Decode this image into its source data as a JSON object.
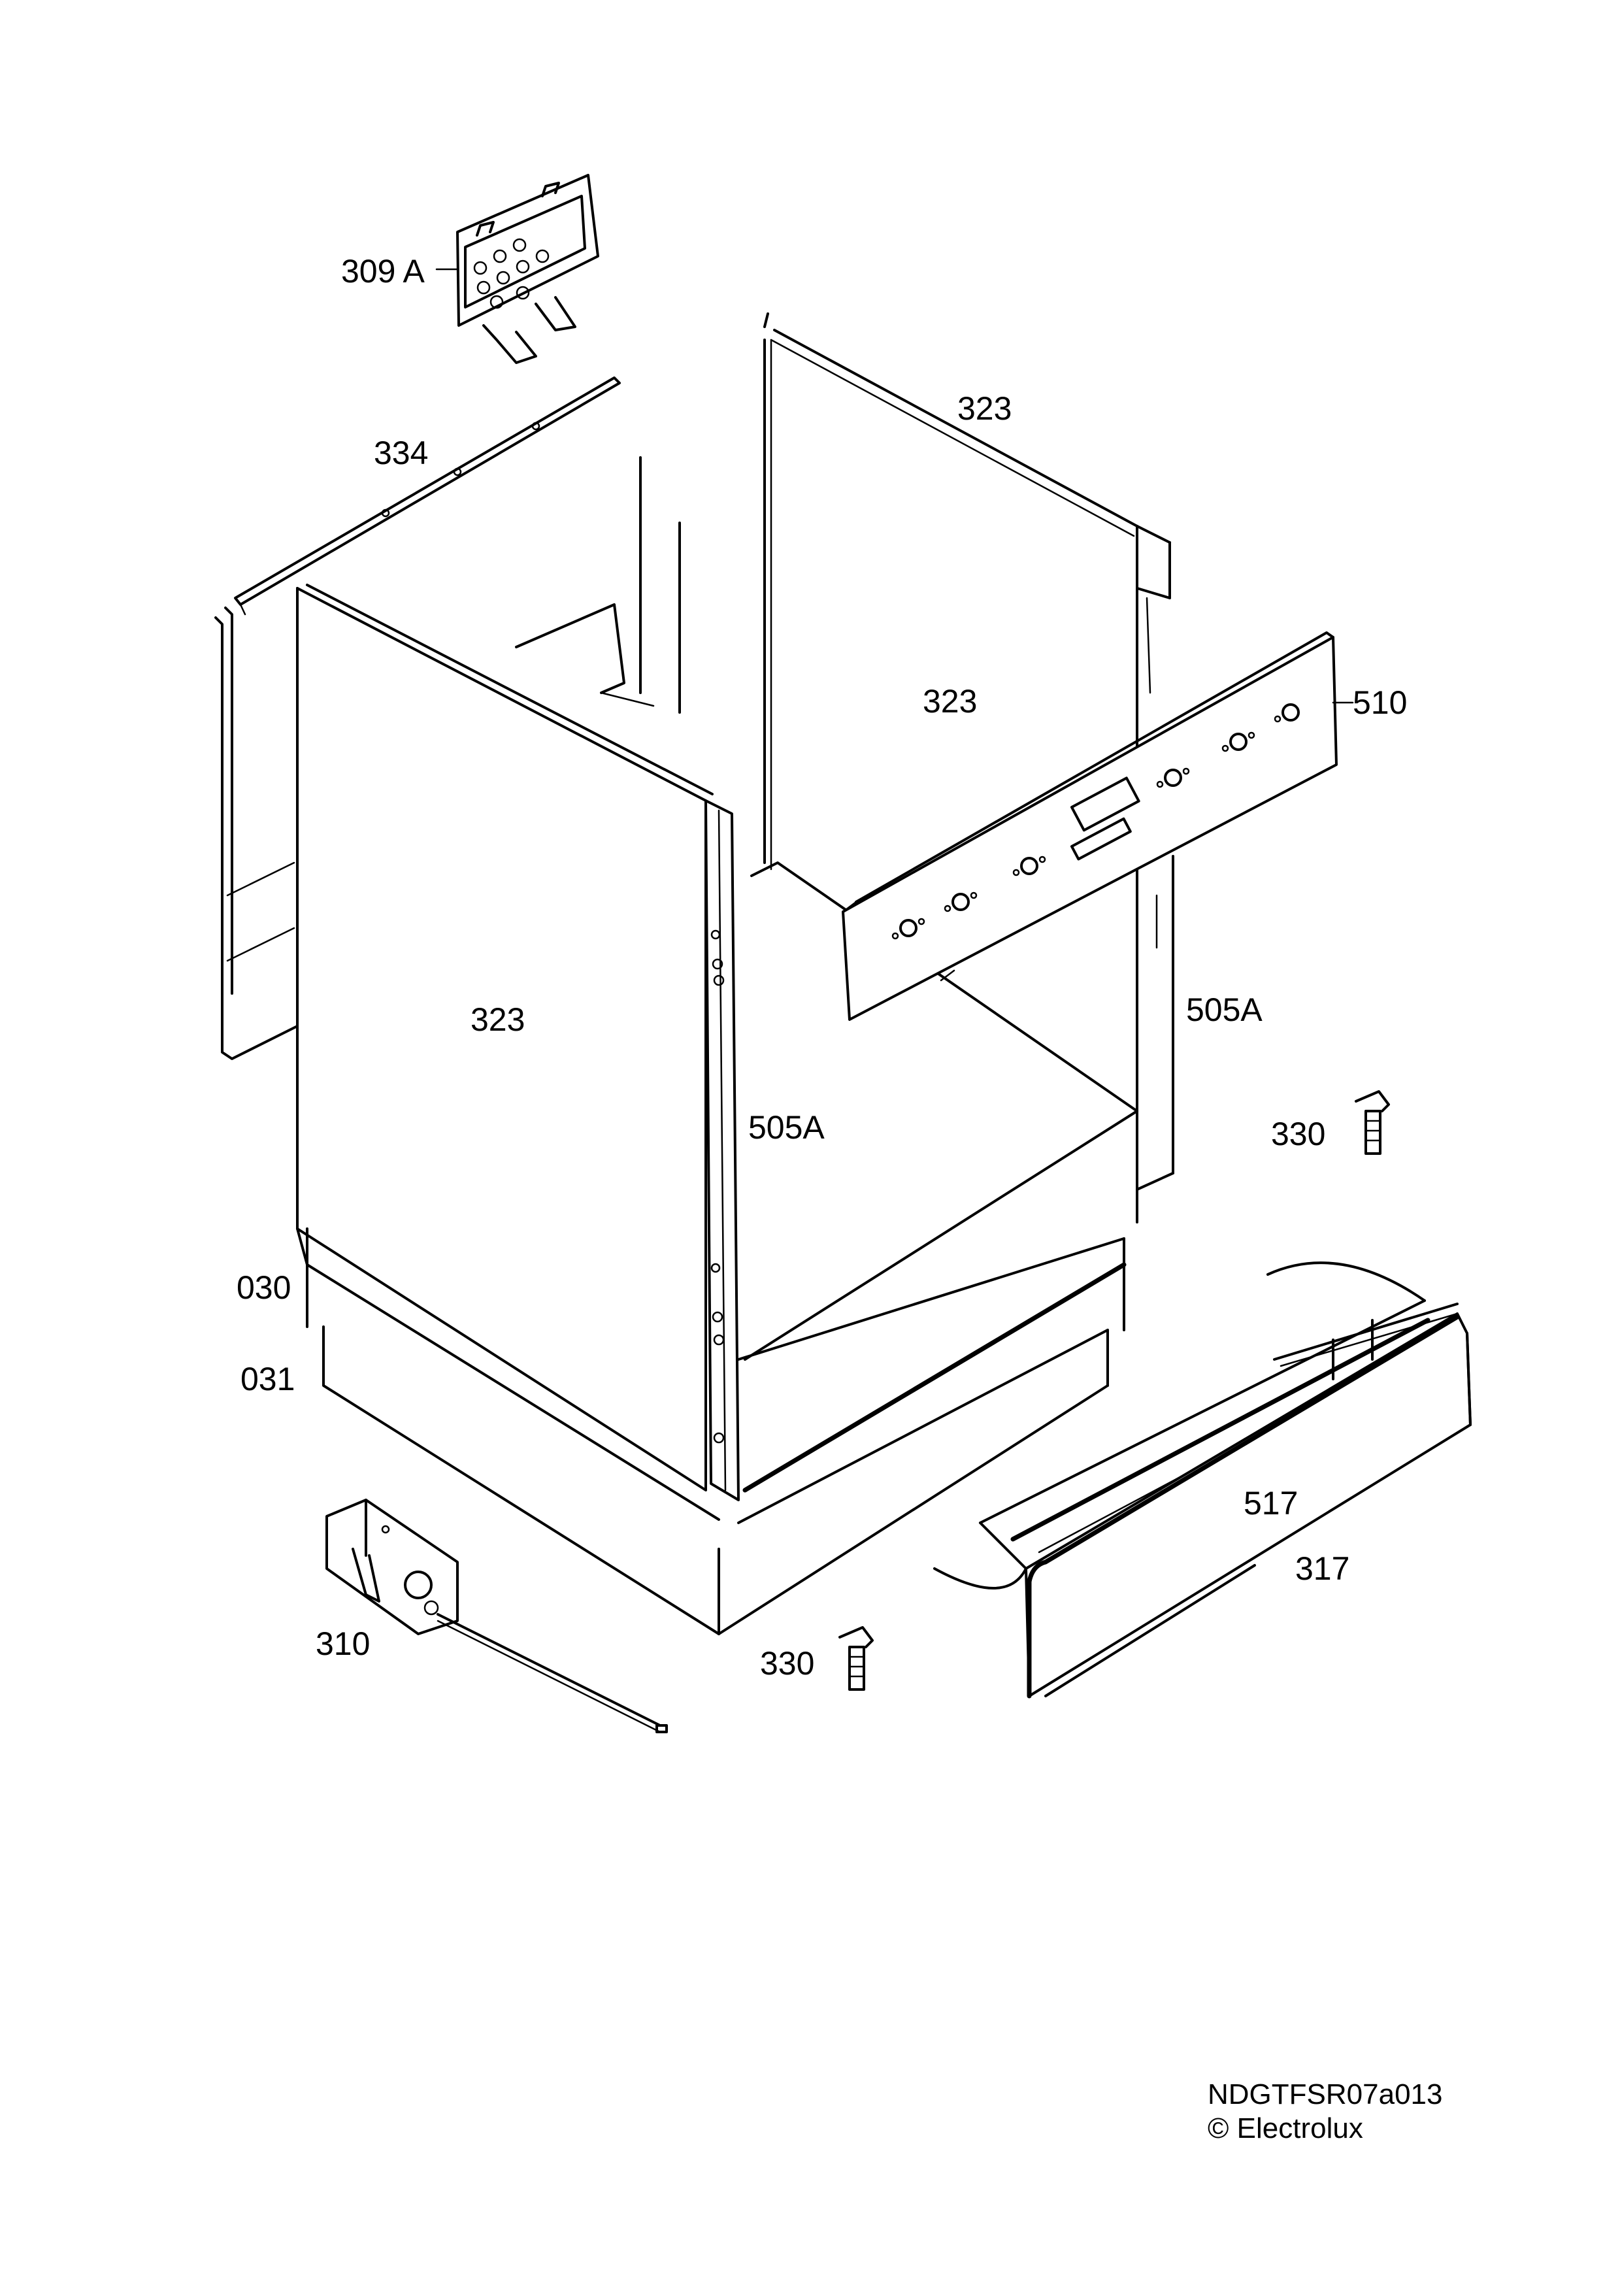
{
  "parts": {
    "p309a": "309 A",
    "p334": "334",
    "p323_back": "323",
    "p323_side": "323",
    "p323_front": "323",
    "p510": "510",
    "p505a_right": "505A",
    "p505a_front": "505A",
    "p330_right": "330",
    "p330_bottom": "330",
    "p030": "030",
    "p031": "031",
    "p310": "310",
    "p517": "517",
    "p317": "317"
  },
  "footer": {
    "code": "NDGTFSR07a013",
    "copyright": "© Electrolux"
  }
}
